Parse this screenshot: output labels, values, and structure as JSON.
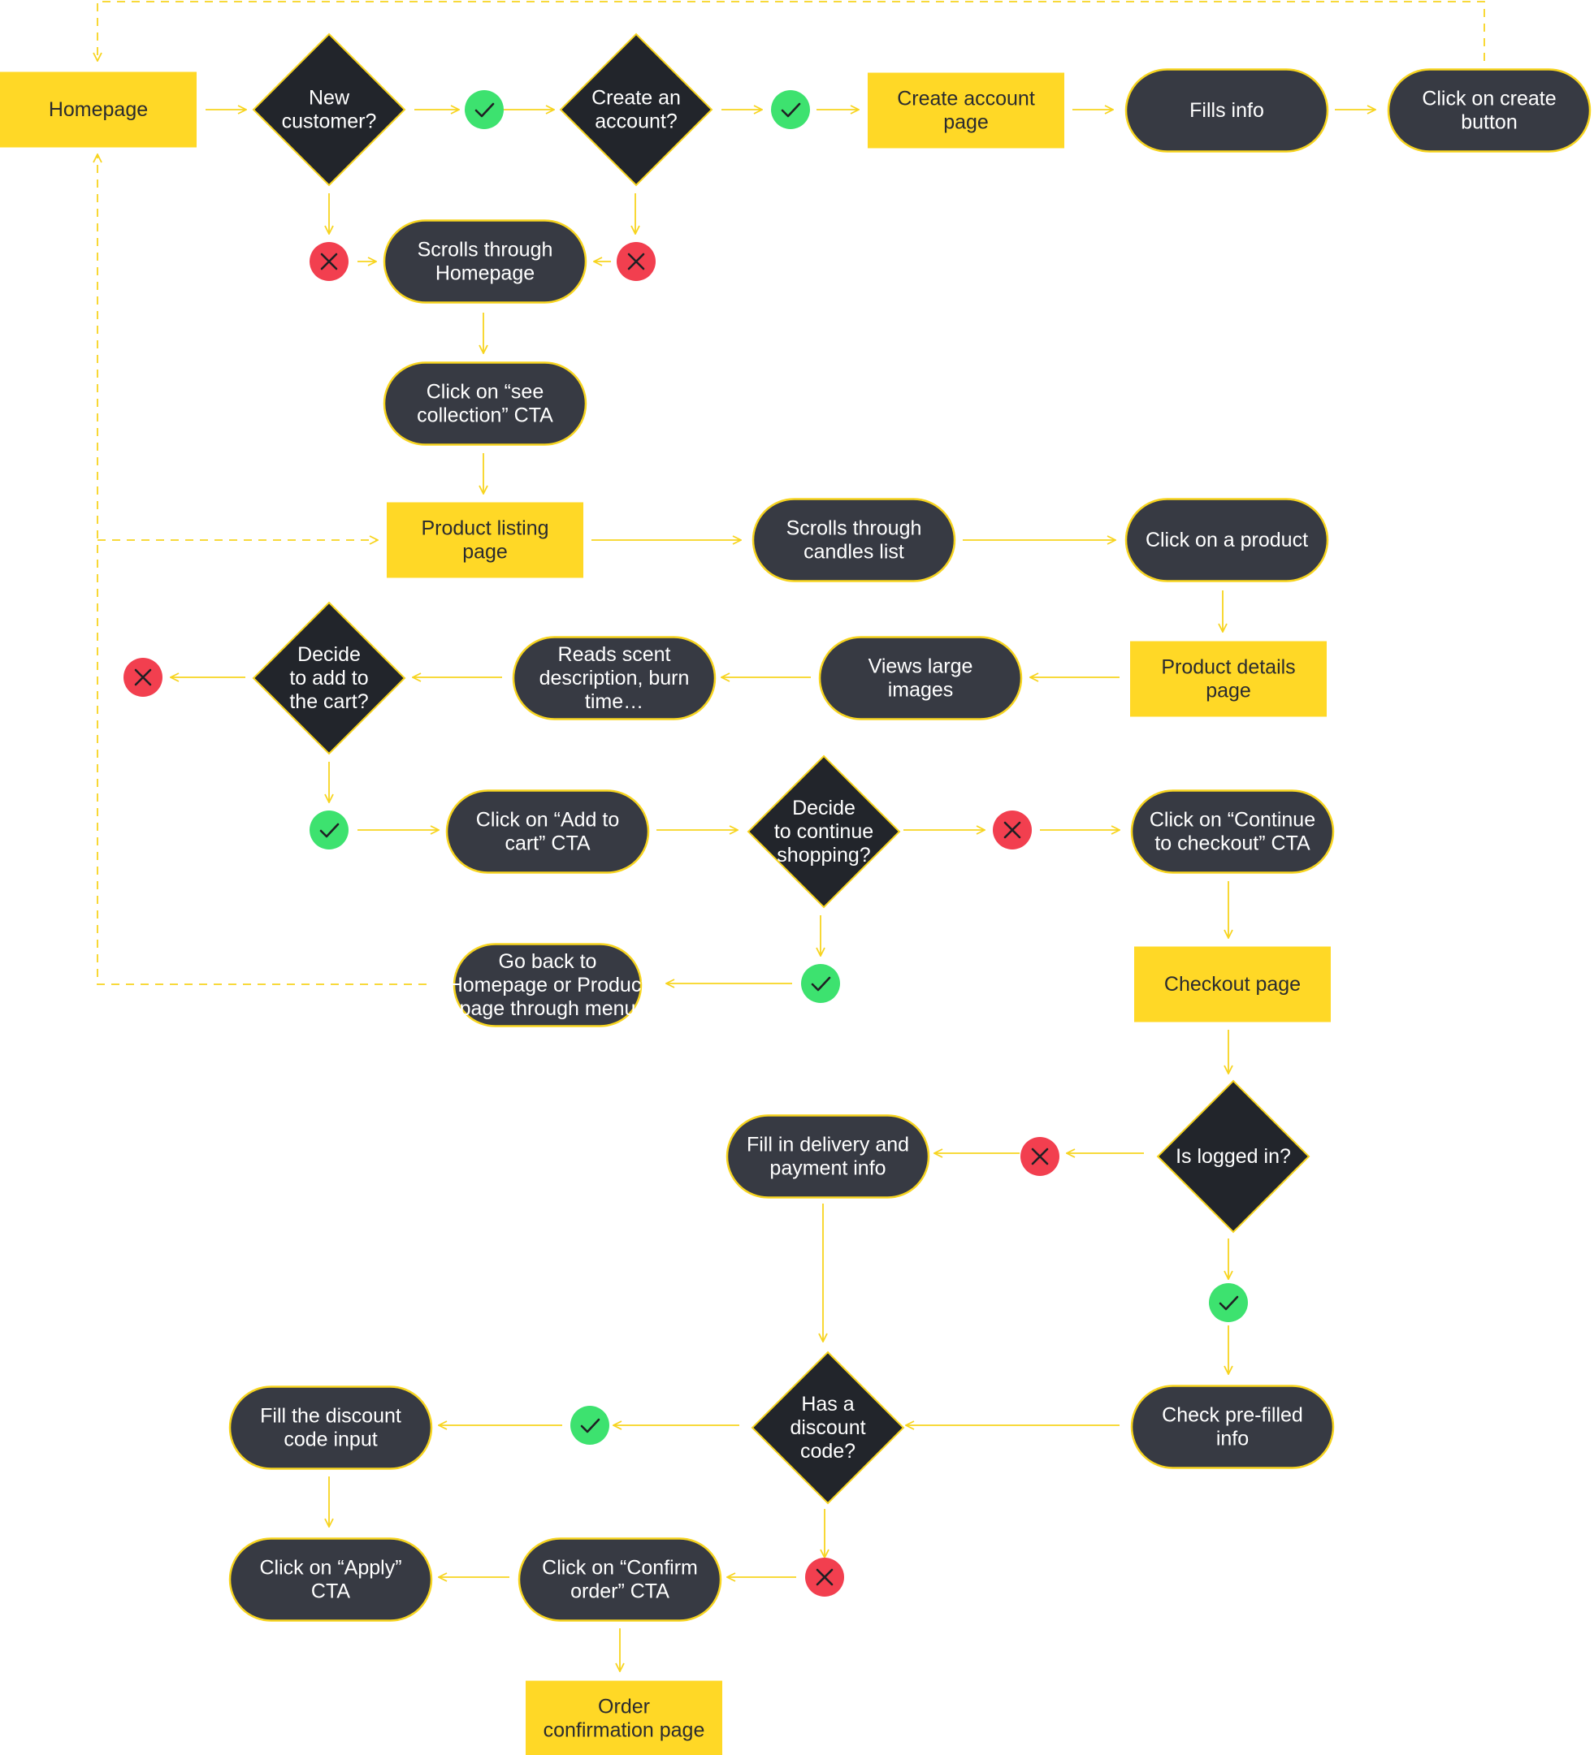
{
  "nodes": {
    "homepage": [
      "Homepage"
    ],
    "new_customer": [
      "New",
      "customer?"
    ],
    "create_an_account": [
      "Create an",
      "account?"
    ],
    "create_account_page": [
      "Create account",
      "page"
    ],
    "fills_info": [
      "Fills info"
    ],
    "click_create_button": [
      "Click on create",
      "button"
    ],
    "scrolls_homepage": [
      "Scrolls through",
      "Homepage"
    ],
    "click_see_collection": [
      "Click on “see",
      "collection” CTA"
    ],
    "product_listing_page": [
      "Product listing",
      "page"
    ],
    "scrolls_candles": [
      "Scrolls through",
      "candles list"
    ],
    "click_product": [
      "Click on a product"
    ],
    "product_details_page": [
      "Product details",
      "page"
    ],
    "views_large_images": [
      "Views large",
      "images"
    ],
    "reads_scent": [
      "Reads scent",
      "description, burn",
      "time…"
    ],
    "decide_add_cart": [
      "Decide",
      "to add to",
      "the cart?"
    ],
    "click_add_to_cart": [
      "Click on “Add to",
      "cart” CTA"
    ],
    "decide_continue": [
      "Decide",
      "to continue",
      "shopping?"
    ],
    "click_continue_checkout": [
      "Click on “Continue",
      "to checkout” CTA"
    ],
    "go_back": [
      "Go back to",
      "Homepage or Product",
      "page through menu"
    ],
    "checkout_page": [
      "Checkout page"
    ],
    "is_logged_in": [
      "Is logged in?"
    ],
    "fill_delivery": [
      "Fill in delivery and",
      "payment info"
    ],
    "check_prefilled": [
      "Check pre-filled",
      "info"
    ],
    "has_discount": [
      "Has a",
      "discount",
      "code?"
    ],
    "fill_discount": [
      "Fill the discount",
      "code input"
    ],
    "click_confirm": [
      "Click on “Confirm",
      "order” CTA"
    ],
    "click_apply": [
      "Click on “Apply”",
      "CTA"
    ],
    "order_confirmation": [
      "Order",
      "confirmation page"
    ]
  },
  "colors": {
    "page_box": "#FFD826",
    "action_pill": "#373A43",
    "decision": "#22252B",
    "connector": "#F7D41F",
    "yes": "#3DE26F",
    "no": "#F23F4F"
  },
  "icons": {
    "yes": "check-icon",
    "no": "cross-icon"
  }
}
